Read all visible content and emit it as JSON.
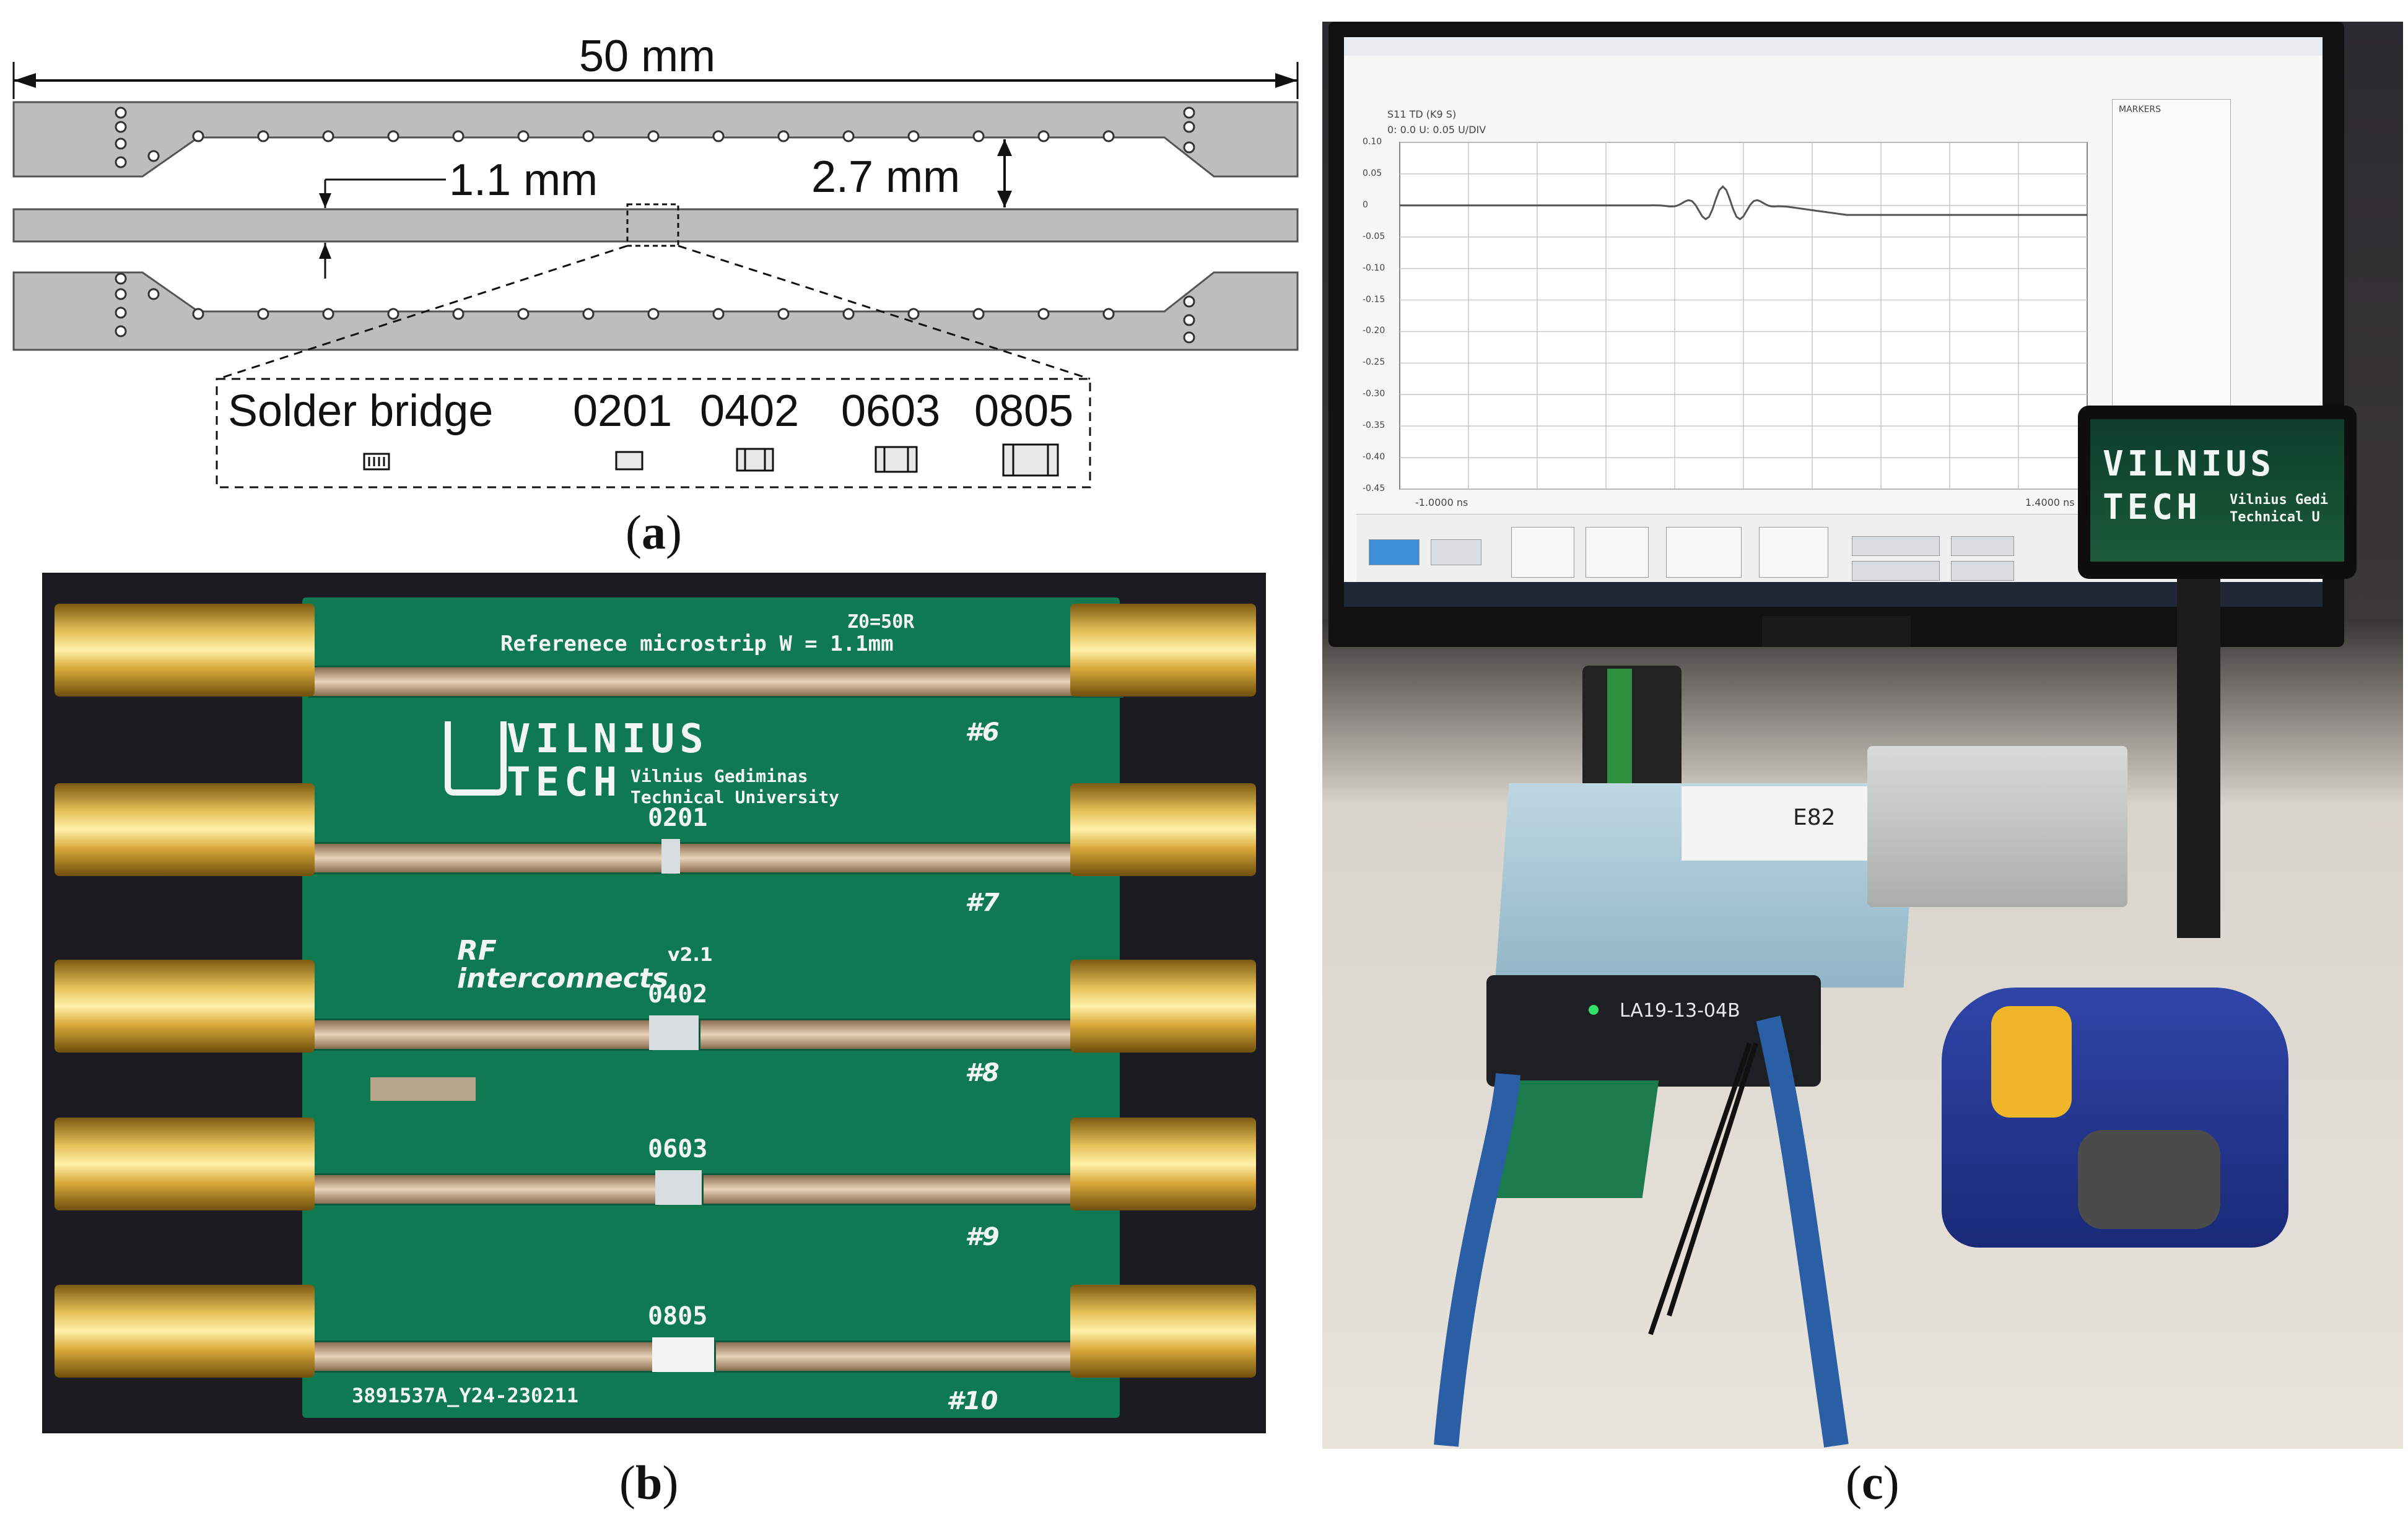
{
  "panel_a": {
    "dim_length": "50 mm",
    "dim_width": "1.1 mm",
    "dim_gap": "2.7 mm",
    "component_labels": [
      "Solder bridge",
      "0201",
      "0402",
      "0603",
      "0805"
    ],
    "caption_letter": "a"
  },
  "panel_b": {
    "caption_letter": "b",
    "pcb_top_label": "Referenece microstrip  W = 1.1mm",
    "pcb_z": "Z0=50R",
    "logo_line1": "VILNIUS",
    "logo_line2": "TECH",
    "university_line1": "Vilnius Gediminas",
    "university_line2": "Technical University",
    "rf_label_1": "RF",
    "rf_label_2": "interconnects",
    "version": "v2.1",
    "part_number": "3891537A_Y24-230211",
    "part_labels": [
      "0201",
      "0402",
      "0603",
      "0805"
    ],
    "line_numbers": [
      "#6",
      "#7",
      "#8",
      "#9",
      "#10"
    ]
  },
  "panel_c": {
    "caption_letter": "c",
    "vna_model": "LA19-13-04B",
    "mini_logo_line1": "VILNIUS",
    "mini_logo_line2": "TECH",
    "mini_logo_sub1": "Vilnius Gedi",
    "mini_logo_sub2": "Technical U",
    "screen_trace_label": "S11 TD (K9 S)",
    "screen_scale_label": "0: 0.0 U: 0.05 U/DIV",
    "y_ticks": [
      "0.10",
      "0.05",
      "0",
      "-0.05",
      "-0.10",
      "-0.15",
      "-0.20",
      "-0.25",
      "-0.30",
      "-0.35",
      "-0.40",
      "-0.45"
    ],
    "x_start": "-1.0000 ns",
    "x_end": "1.4000 ns",
    "markers_title": "MARKERS",
    "box_label": "E82"
  }
}
